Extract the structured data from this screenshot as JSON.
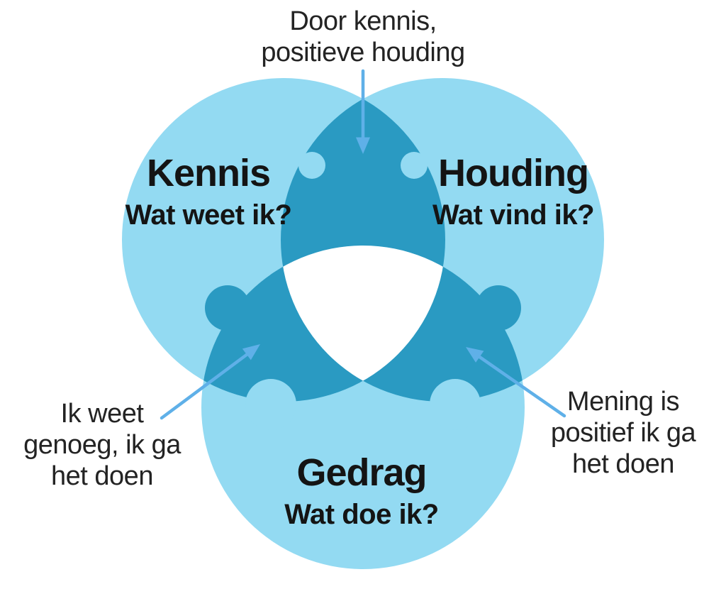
{
  "colors": {
    "circle_light": "#93daf2",
    "overlap_dark": "#2a9ac2",
    "center_gap": "#ffffff",
    "arrow": "#5fb0e8",
    "text": "#1e1e1e"
  },
  "venn": {
    "kennis": {
      "title": "Kennis",
      "subtitle": "Wat weet ik?"
    },
    "houding": {
      "title": "Houding",
      "subtitle": "Wat vind ik?"
    },
    "gedrag": {
      "title": "Gedrag",
      "subtitle": "Wat doe ik?"
    }
  },
  "annotations": {
    "top": {
      "lines": [
        "Door kennis,",
        "positieve houding"
      ],
      "points_to": "kennis-houding-overlap"
    },
    "left": {
      "lines": [
        "Ik weet",
        "genoeg, ik ga",
        "het doen"
      ],
      "points_to": "kennis-gedrag-overlap"
    },
    "right": {
      "lines": [
        "Mening is",
        "positief ik ga",
        "het doen"
      ],
      "points_to": "houding-gedrag-overlap"
    }
  }
}
